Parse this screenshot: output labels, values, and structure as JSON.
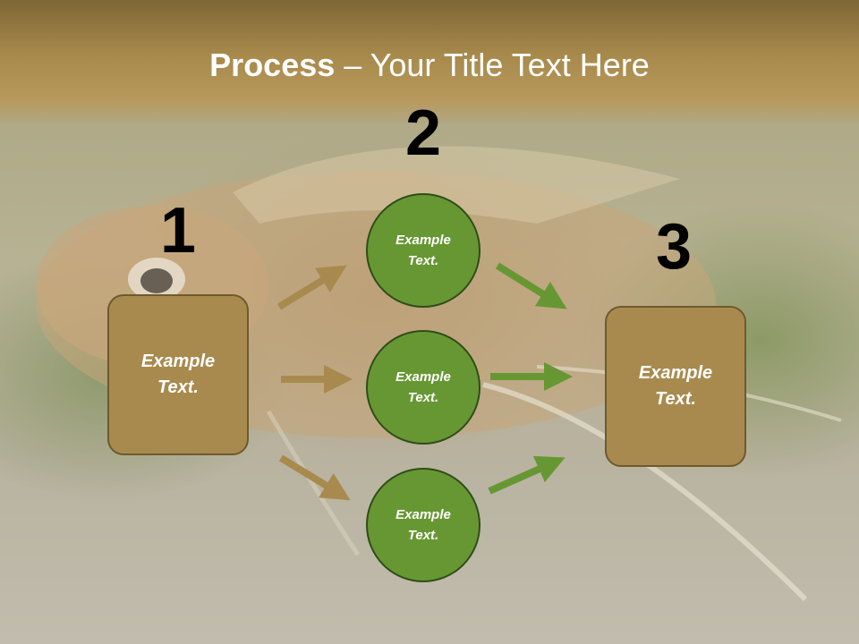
{
  "slide": {
    "title_bold": "Process",
    "title_rest": " – Your Title Text Here",
    "steps": [
      {
        "number": "1",
        "text": "Example\nText."
      },
      {
        "number": "2",
        "text": "Example\nText."
      },
      {
        "number": "3",
        "text": "Example\nText."
      }
    ],
    "circles": [
      {
        "text": "Example\nText."
      },
      {
        "text": "Example\nText."
      },
      {
        "text": "Example\nText."
      }
    ]
  },
  "colors": {
    "box_fill": "#a98a4e",
    "circle_fill": "#679733",
    "left_arrow": "#a98a4e",
    "right_arrow": "#679733",
    "title_band": "#a88a4c"
  }
}
